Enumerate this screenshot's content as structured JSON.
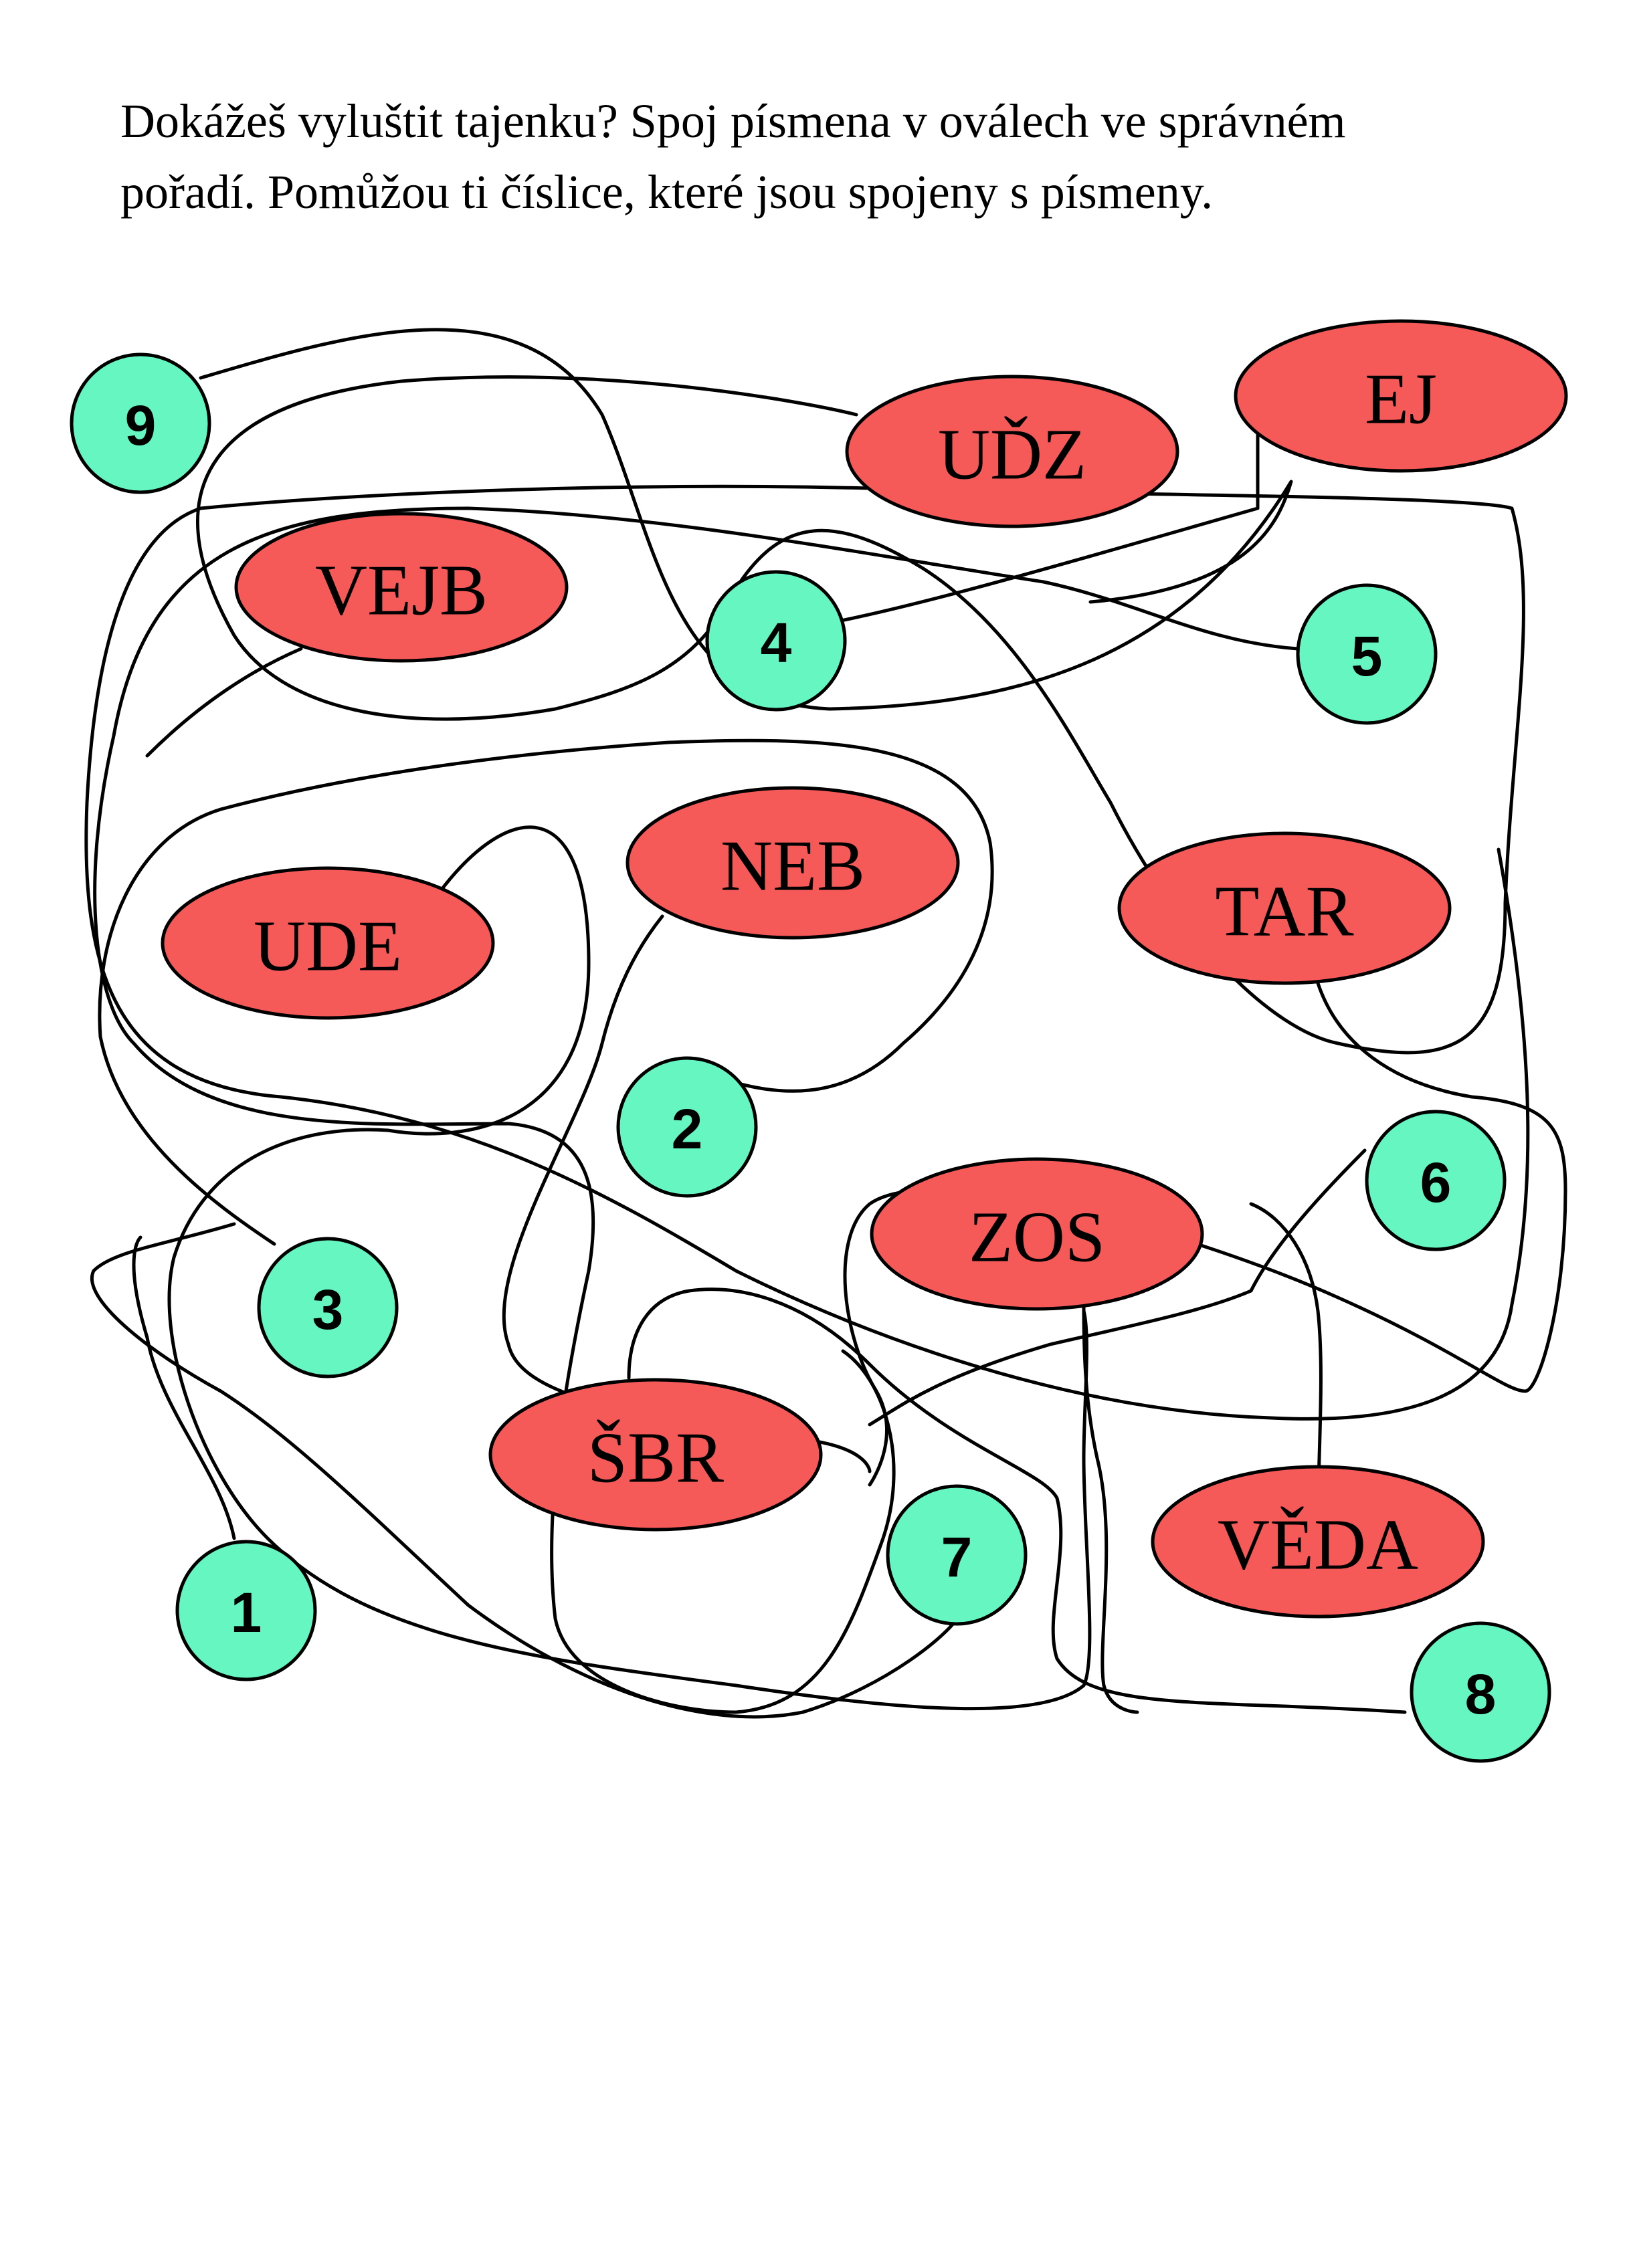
{
  "instructions": {
    "line1": "Dokážeš vyluštit tajenku? Spoj písmena v oválech ve správném",
    "line2": "pořadí. Pomůžou ti číslice, které jsou spojeny s písmeny."
  },
  "colors": {
    "oval_fill": "#f55a59",
    "circle_fill": "#66f6c2",
    "stroke": "#000000"
  },
  "syllables": [
    "UĎZ",
    "EJ",
    "VEJB",
    "NEB",
    "UDE",
    "TAR",
    "ZOS",
    "ŠBR",
    "VĚDA"
  ],
  "numbers": [
    "9",
    "4",
    "5",
    "2",
    "6",
    "3",
    "7",
    "1",
    "8"
  ]
}
